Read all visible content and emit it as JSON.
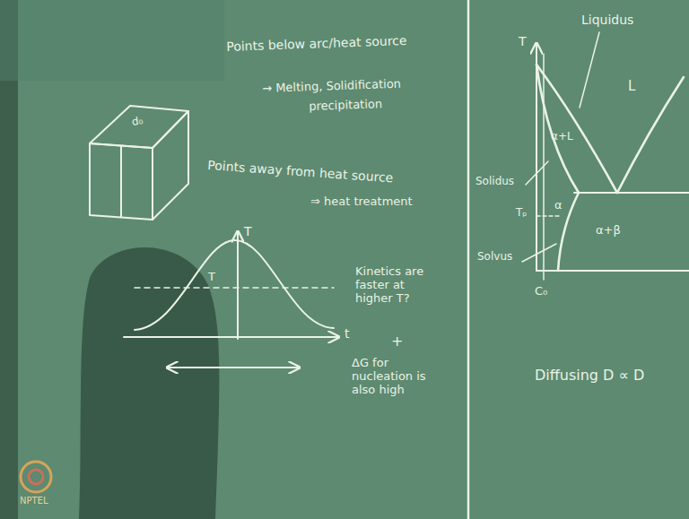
{
  "diagram": {
    "labels": [
      "Points below arc/heat source",
      "→ Melting, Solidification",
      "precipitation",
      "Points away from heat source",
      "⇒ heat treatment",
      "T",
      "t",
      "T",
      "Kinetics are faster at higher T?",
      "+",
      "ΔG for nucleation is also high",
      "d₀",
      "T",
      "Liquidus",
      "L",
      "α+L",
      "Solidus",
      "α",
      "Tₚ",
      "Solvus",
      "α+β",
      "C₀",
      "Diffusing D ∝ D",
      "NPTEL"
    ]
  }
}
